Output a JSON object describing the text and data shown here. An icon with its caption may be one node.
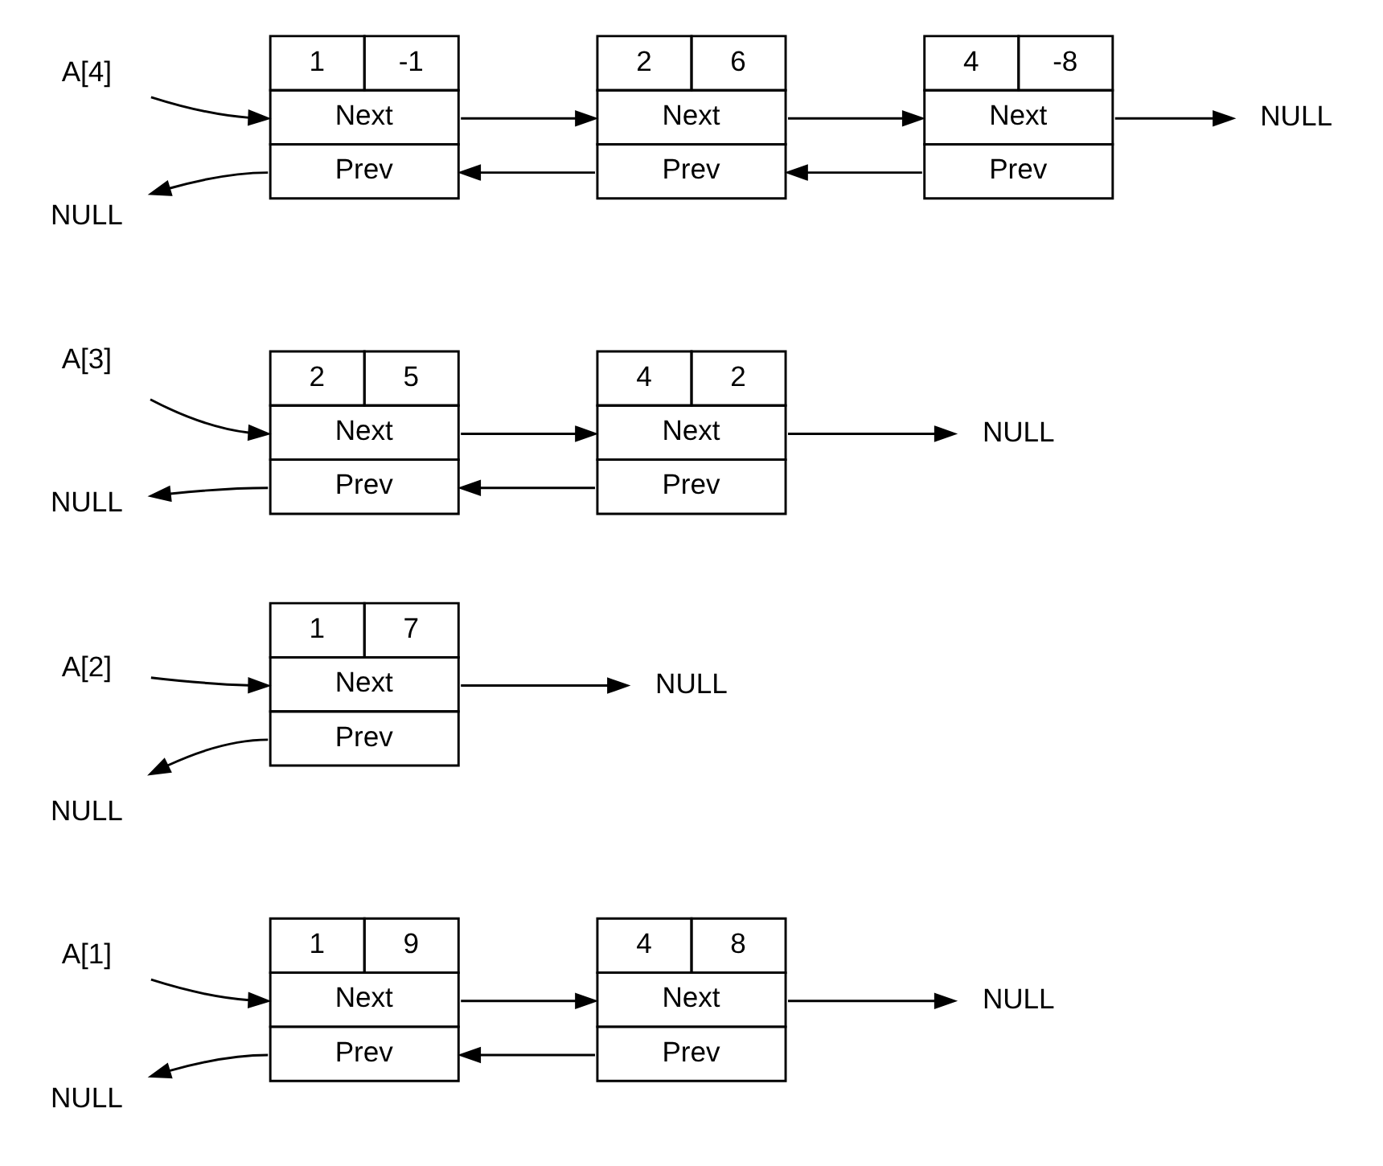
{
  "diagram": {
    "nodes": [
      {
        "text": [
          "A[1]"
        ]
      },
      {
        "text": [
          "NULL"
        ]
      },
      {
        "text": [
          "1",
          "9",
          "Next",
          "Prev"
        ]
      },
      {
        "text": [
          "4",
          "8",
          "Next",
          "Prev"
        ]
      },
      {
        "text": [
          "NULL"
        ]
      },
      {
        "text": [
          "A[2]"
        ]
      },
      {
        "text": [
          "NULL"
        ]
      },
      {
        "text": [
          "1",
          "7",
          "Next",
          "Prev"
        ]
      },
      {
        "text": [
          "NULL"
        ]
      },
      {
        "text": [
          "A[3]"
        ]
      },
      {
        "text": [
          "NULL"
        ]
      },
      {
        "text": [
          "2",
          "5",
          "Next",
          "Prev"
        ]
      },
      {
        "text": [
          "4",
          "2",
          "Next",
          "Prev"
        ]
      },
      {
        "text": [
          "NULL"
        ]
      },
      {
        "text": [
          "A[4]"
        ]
      },
      {
        "text": [
          "NULL"
        ]
      },
      {
        "text": [
          "1",
          "-1",
          "Next",
          "Prev"
        ]
      },
      {
        "text": [
          "2",
          "6",
          "Next",
          "Prev"
        ]
      },
      {
        "text": [
          "4",
          "-8",
          "Next",
          "Prev"
        ]
      },
      {
        "text": [
          "NULL"
        ]
      }
    ],
    "edges": [
      {
        "from": 0,
        "to": 2,
        "arrow": "to"
      },
      {
        "from": 2,
        "to": 3,
        "arrow": "to"
      },
      {
        "from": 3,
        "to": 2,
        "arrow": "to"
      },
      {
        "from": 3,
        "to": 4,
        "arrow": "to"
      },
      {
        "from": 2,
        "to": 1,
        "arrow": "to"
      },
      {
        "from": 5,
        "to": 7,
        "arrow": "to"
      },
      {
        "from": 7,
        "to": 8,
        "arrow": "to"
      },
      {
        "from": 7,
        "to": 6,
        "arrow": "to"
      },
      {
        "from": 9,
        "to": 11,
        "arrow": "to"
      },
      {
        "from": 11,
        "to": 12,
        "arrow": "to"
      },
      {
        "from": 12,
        "to": 11,
        "arrow": "to"
      },
      {
        "from": 12,
        "to": 13,
        "arrow": "to"
      },
      {
        "from": 11,
        "to": 10,
        "arrow": "to"
      },
      {
        "from": 14,
        "to": 16,
        "arrow": "to"
      },
      {
        "from": 16,
        "to": 17,
        "arrow": "to"
      },
      {
        "from": 17,
        "to": 16,
        "arrow": "to"
      },
      {
        "from": 17,
        "to": 18,
        "arrow": "to"
      },
      {
        "from": 18,
        "to": 17,
        "arrow": "to"
      },
      {
        "from": 18,
        "to": 19,
        "arrow": "to"
      },
      {
        "from": 16,
        "to": 15,
        "arrow": "to"
      }
    ]
  }
}
